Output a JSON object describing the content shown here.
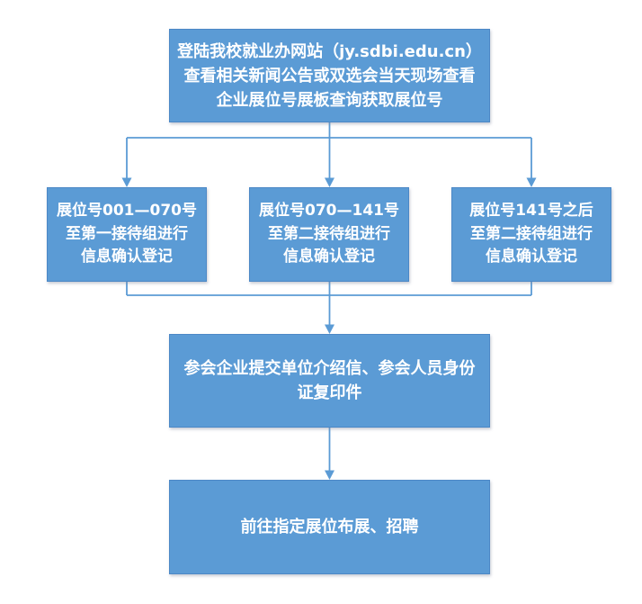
{
  "diagram": {
    "type": "flowchart",
    "nodes": {
      "top": {
        "id": "get-booth-number",
        "lines": [
          "登陆我校就业办网站（jy.sdbi.edu.cn）",
          "查看相关新闻公告或双选会当天现场查看",
          "企业展位号展板查询获取展位号"
        ]
      },
      "branch1": {
        "id": "booth-001-070",
        "lines": [
          "展位号001—070号",
          "至第一接待组进行",
          "信息确认登记"
        ]
      },
      "branch2": {
        "id": "booth-070-141",
        "lines": [
          "展位号070—141号",
          "至第二接待组进行",
          "信息确认登记"
        ]
      },
      "branch3": {
        "id": "booth-after-141",
        "lines": [
          "展位号141号之后",
          "至第二接待组进行",
          "信息确认登记"
        ]
      },
      "submit": {
        "id": "submit-documents",
        "lines": [
          "参会企业提交单位介绍信、参会人员身份",
          "证复印件"
        ]
      },
      "final": {
        "id": "go-to-booth",
        "lines": [
          "前往指定展位布展、招聘"
        ]
      }
    },
    "edges": [
      {
        "from": "get-booth-number",
        "to": "booth-001-070"
      },
      {
        "from": "get-booth-number",
        "to": "booth-070-141"
      },
      {
        "from": "get-booth-number",
        "to": "booth-after-141"
      },
      {
        "from": "booth-001-070",
        "to": "submit-documents"
      },
      {
        "from": "booth-070-141",
        "to": "submit-documents"
      },
      {
        "from": "booth-after-141",
        "to": "submit-documents"
      },
      {
        "from": "submit-documents",
        "to": "go-to-booth"
      }
    ],
    "colors": {
      "node_fill": "#5b9bd5",
      "node_border": "#4c88c6",
      "connector": "#5b9bd5",
      "text": "#ffffff",
      "background": "#ffffff"
    }
  }
}
